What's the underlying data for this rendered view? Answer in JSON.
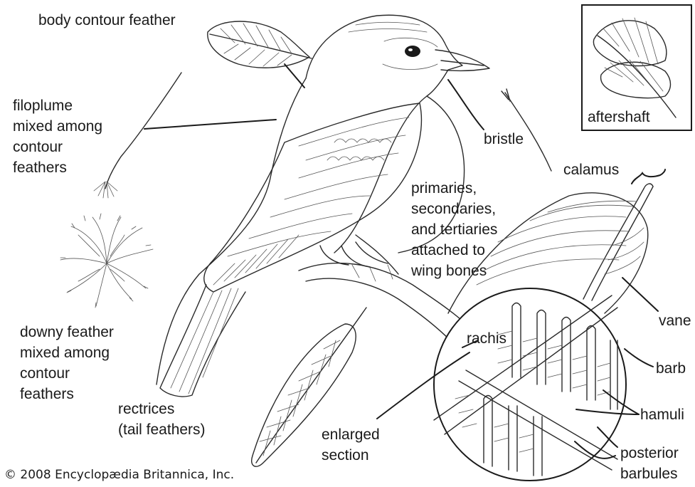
{
  "labels": {
    "body_contour_feather": "body contour feather",
    "filoplume": "filoplume\nmixed among\ncontour\nfeathers",
    "downy_feather": "downy feather\nmixed among\ncontour\nfeathers",
    "rectrices": "rectrices\n(tail feathers)",
    "enlarged_section": "enlarged\nsection",
    "primaries": "primaries,\nsecondaries,\nand tertiaries\nattached to\nwing bones",
    "bristle": "bristle",
    "aftershaft": "aftershaft",
    "calamus": "calamus",
    "rachis": "rachis",
    "vane": "vane",
    "barb": "barb",
    "hamuli": "hamuli",
    "posterior_barbules": "posterior\nbarbules"
  },
  "credit": "© 2008 Encyclopædia Britannica, Inc."
}
